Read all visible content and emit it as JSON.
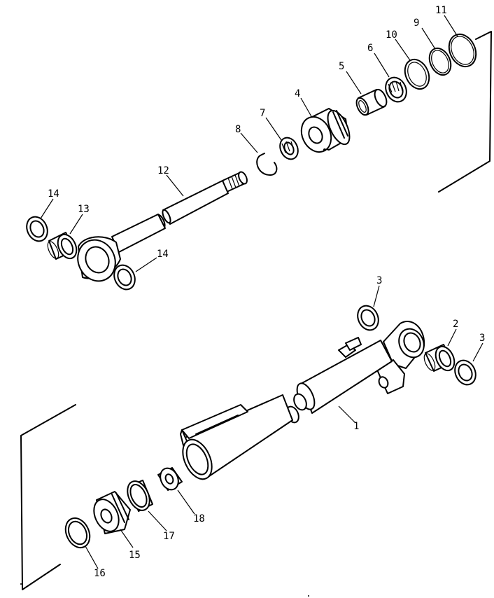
{
  "parts": [
    {
      "id": "p1",
      "label": "1"
    },
    {
      "id": "p2",
      "label": "2"
    },
    {
      "id": "p3a",
      "label": "3"
    },
    {
      "id": "p3b",
      "label": "3"
    },
    {
      "id": "p4",
      "label": "4"
    },
    {
      "id": "p5",
      "label": "5"
    },
    {
      "id": "p6",
      "label": "6"
    },
    {
      "id": "p7",
      "label": "7"
    },
    {
      "id": "p8",
      "label": "8"
    },
    {
      "id": "p9",
      "label": "9"
    },
    {
      "id": "p10",
      "label": "10"
    },
    {
      "id": "p11",
      "label": "11"
    },
    {
      "id": "p12",
      "label": "12"
    },
    {
      "id": "p13",
      "label": "13"
    },
    {
      "id": "p14a",
      "label": "14"
    },
    {
      "id": "p14b",
      "label": "14"
    },
    {
      "id": "p15",
      "label": "15"
    },
    {
      "id": "p16",
      "label": "16"
    },
    {
      "id": "p17",
      "label": "17"
    },
    {
      "id": "p18",
      "label": "18"
    }
  ]
}
